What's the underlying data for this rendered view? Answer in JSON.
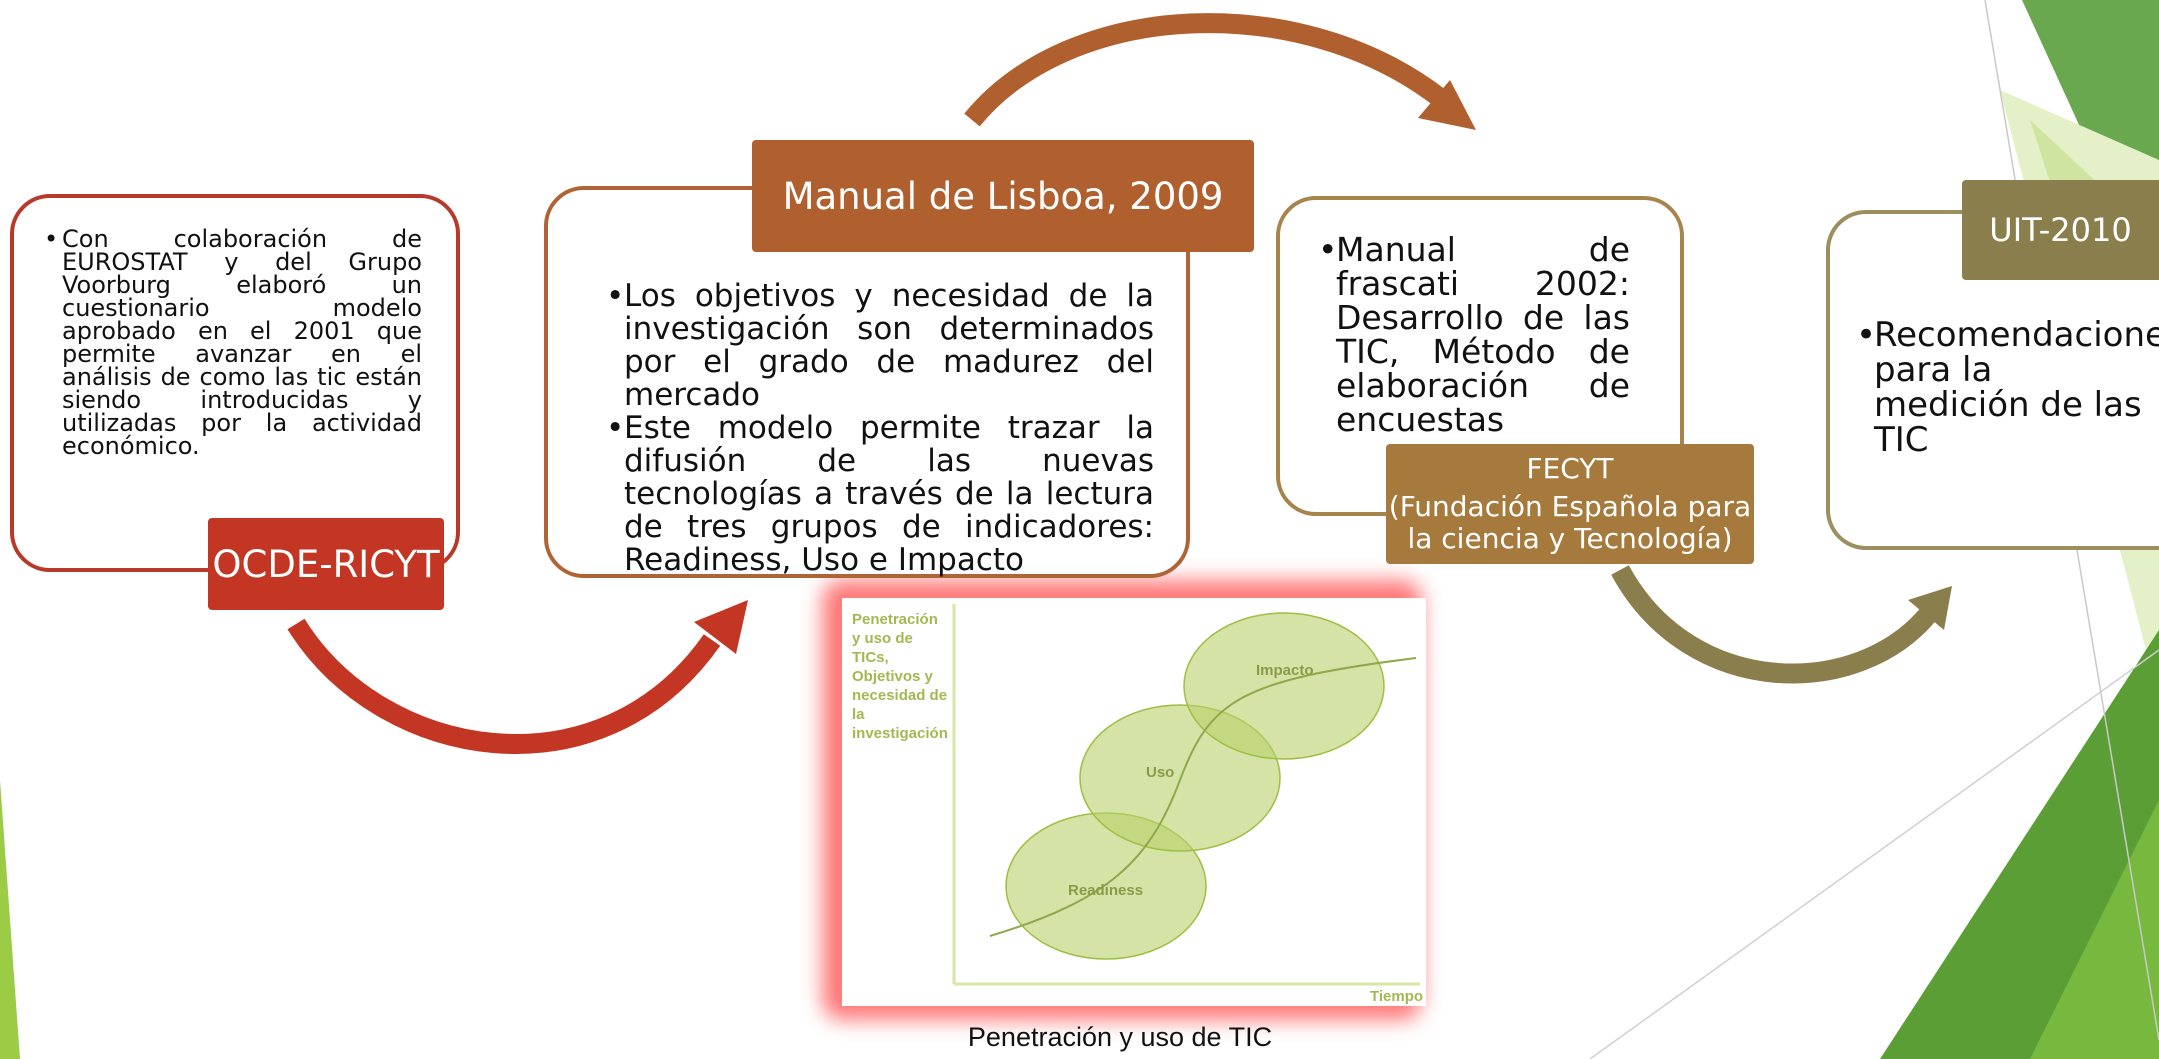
{
  "colors": {
    "red": "#c33623",
    "red_border": "#b8392a",
    "brown": "#b0602e",
    "brown_border": "#b06436",
    "tan": "#a57a3c",
    "tan_border": "#a6844c",
    "olive": "#8a7f4c",
    "olive_border": "#9a8f5d",
    "green_light": "#a5cd4e",
    "green_dark": "#5f9e3a"
  },
  "cards": {
    "ocde": {
      "tag": "OCDE-RICYT",
      "bullet": "Con colaboración de EUROSTAT y del Grupo Voorburg elaboró un cuestionario modelo aprobado en el 2001 que permite avanzar en el análisis de como las tic están siendo introducidas y utilizadas por la actividad económico."
    },
    "lisboa": {
      "tag": "Manual de Lisboa, 2009",
      "bullets": [
        "Los objetivos y necesidad de la investigación son determinados por el grado de madurez del mercado",
        "Este modelo permite trazar la difusión de las nuevas tecnologías a través de la lectura de tres grupos de indicadores: Readiness, Uso e Impacto"
      ]
    },
    "fecyt": {
      "bullet": "Manual de frascati 2002: Desarrollo de las TIC, Método de elaboración de encuestas",
      "tag_title": "FECYT",
      "tag_subtitle": "(Fundación Española para la ciencia y Tecnología)"
    },
    "uit": {
      "tag": "UIT-2010",
      "bullet": "Recomendaciones para la medición de las TIC"
    }
  },
  "chart_data": {
    "type": "diagram",
    "ylabel": "Penetración y uso de TICs, Objetivos y necesidad de la investigación",
    "xlabel": "Tiempo",
    "stages": [
      "Readiness",
      "Uso",
      "Impacto"
    ]
  },
  "caption": "Penetración y uso de TIC"
}
